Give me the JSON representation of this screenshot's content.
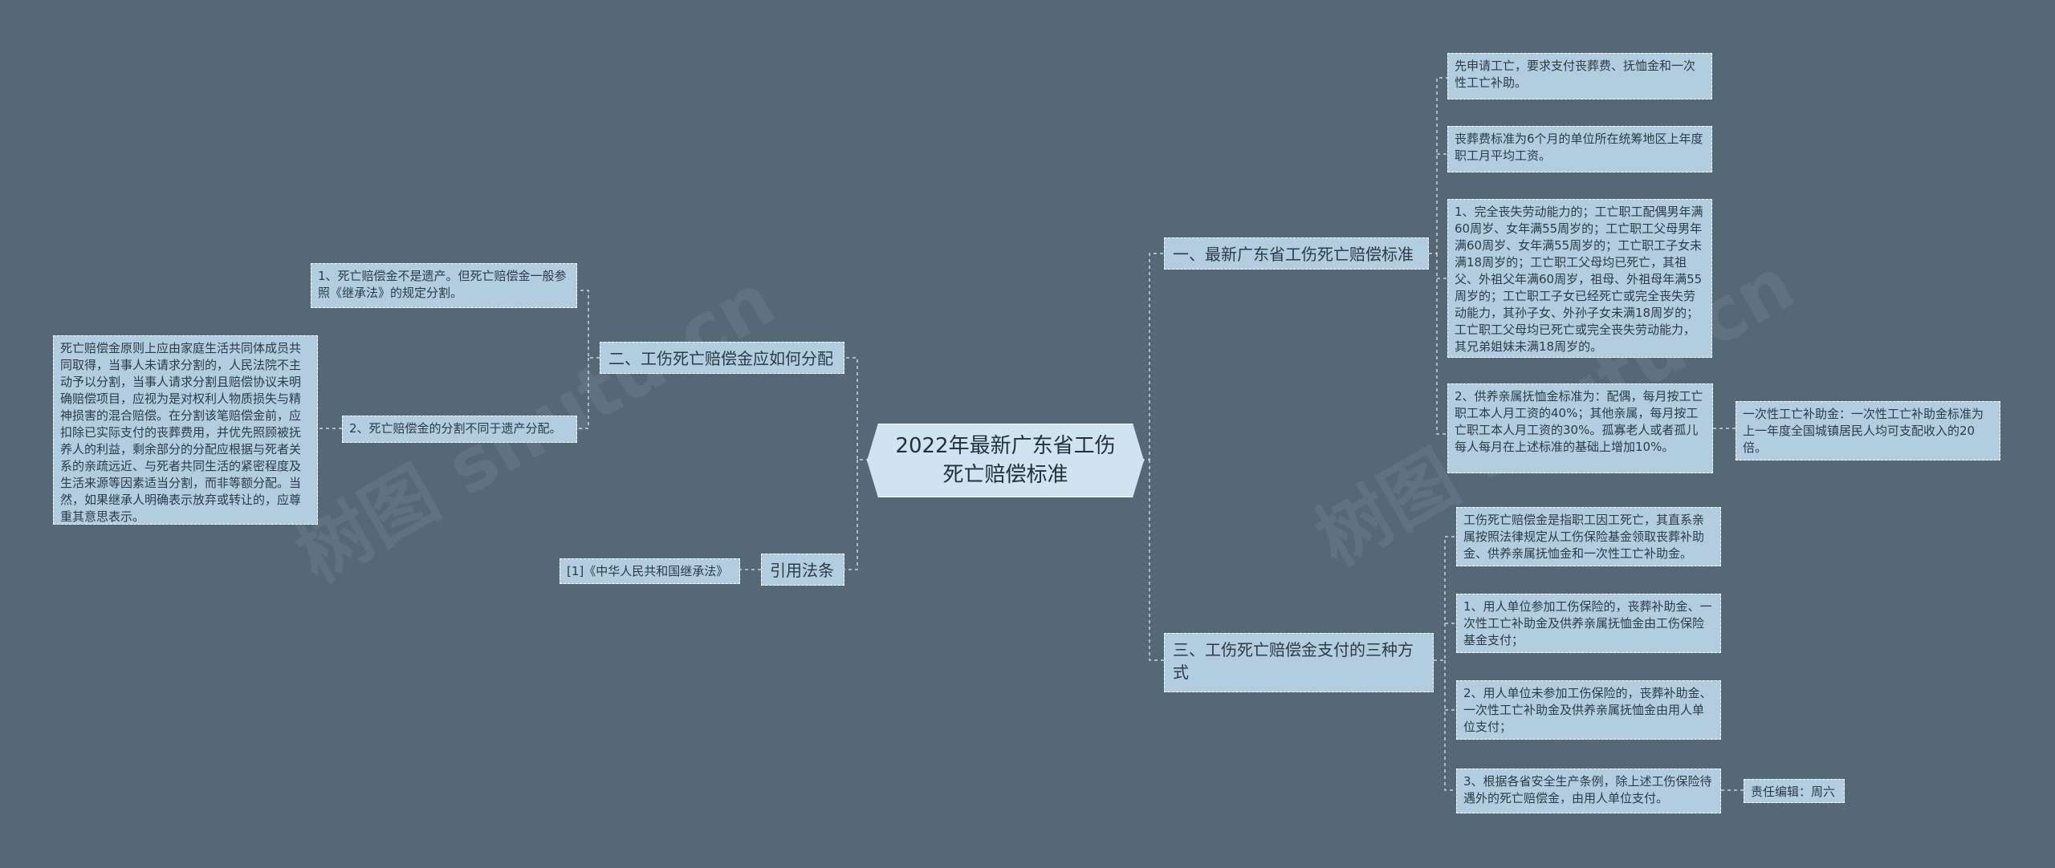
{
  "watermark": "树图 shutu.cn",
  "center": "2022年最新广东省工伤死亡赔偿标准",
  "branches": {
    "b1": {
      "label": "一、最新广东省工伤死亡赔偿标准",
      "items": [
        "先申请工亡，要求支付丧葬费、抚恤金和一次性工亡补助。",
        "丧葬费标准为6个月的单位所在统筹地区上年度职工月平均工资。",
        "1、完全丧失劳动能力的；工亡职工配偶男年满60周岁、女年满55周岁的；工亡职工父母男年满60周岁、女年满55周岁的；工亡职工子女未满18周岁的；工亡职工父母均已死亡，其祖父、外祖父年满60周岁，祖母、外祖母年满55周岁的；工亡职工子女已经死亡或完全丧失劳动能力，其孙子女、外孙子女未满18周岁的；工亡职工父母均已死亡或完全丧失劳动能力，其兄弟姐妹未满18周岁的。",
        "2、供养亲属抚恤金标准为：配偶，每月按工亡职工本人月工资的40%；其他亲属，每月按工亡职工本人月工资的30%。孤寡老人或者孤儿每人每月在上述标准的基础上增加10%。"
      ],
      "sub": "一次性工亡补助金：一次性工亡补助金标准为上一年度全国城镇居民人均可支配收入的20倍。"
    },
    "b2": {
      "label": "二、工伤死亡赔偿金应如何分配",
      "items": [
        "1、死亡赔偿金不是遗产。但死亡赔偿金一般参照《继承法》的规定分割。",
        "2、死亡赔偿金的分割不同于遗产分配。"
      ],
      "sub": "死亡赔偿金原则上应由家庭生活共同体成员共同取得，当事人未请求分割的，人民法院不主动予以分割，当事人请求分割且赔偿协议未明确赔偿项目，应视为是对权利人物质损失与精神损害的混合赔偿。在分割该笔赔偿金前，应扣除已实际支付的丧葬费用，并优先照顾被抚养人的利益，剩余部分的分配应根据与死者关系的亲疏远近、与死者共同生活的紧密程度及生活来源等因素适当分割，而非等额分配。当然，如果继承人明确表示放弃或转让的，应尊重其意思表示。"
    },
    "b3": {
      "label": "三、工伤死亡赔偿金支付的三种方式",
      "items": [
        "工伤死亡赔偿金是指职工因工死亡，其直系亲属按照法律规定从工伤保险基金领取丧葬补助金、供养亲属抚恤金和一次性工亡补助金。",
        "1、用人单位参加工伤保险的，丧葬补助金、一次性工亡补助金及供养亲属抚恤金由工伤保险基金支付；",
        "2、用人单位未参加工伤保险的，丧葬补助金、一次性工亡补助金及供养亲属抚恤金由用人单位支付；",
        "3、根据各省安全生产条例，除上述工伤保险待遇外的死亡赔偿金，由用人单位支付。"
      ],
      "sub": "责任编辑：周六"
    },
    "b4": {
      "label": "引用法条",
      "items": [
        "[1]《中华人民共和国继承法》"
      ]
    }
  }
}
